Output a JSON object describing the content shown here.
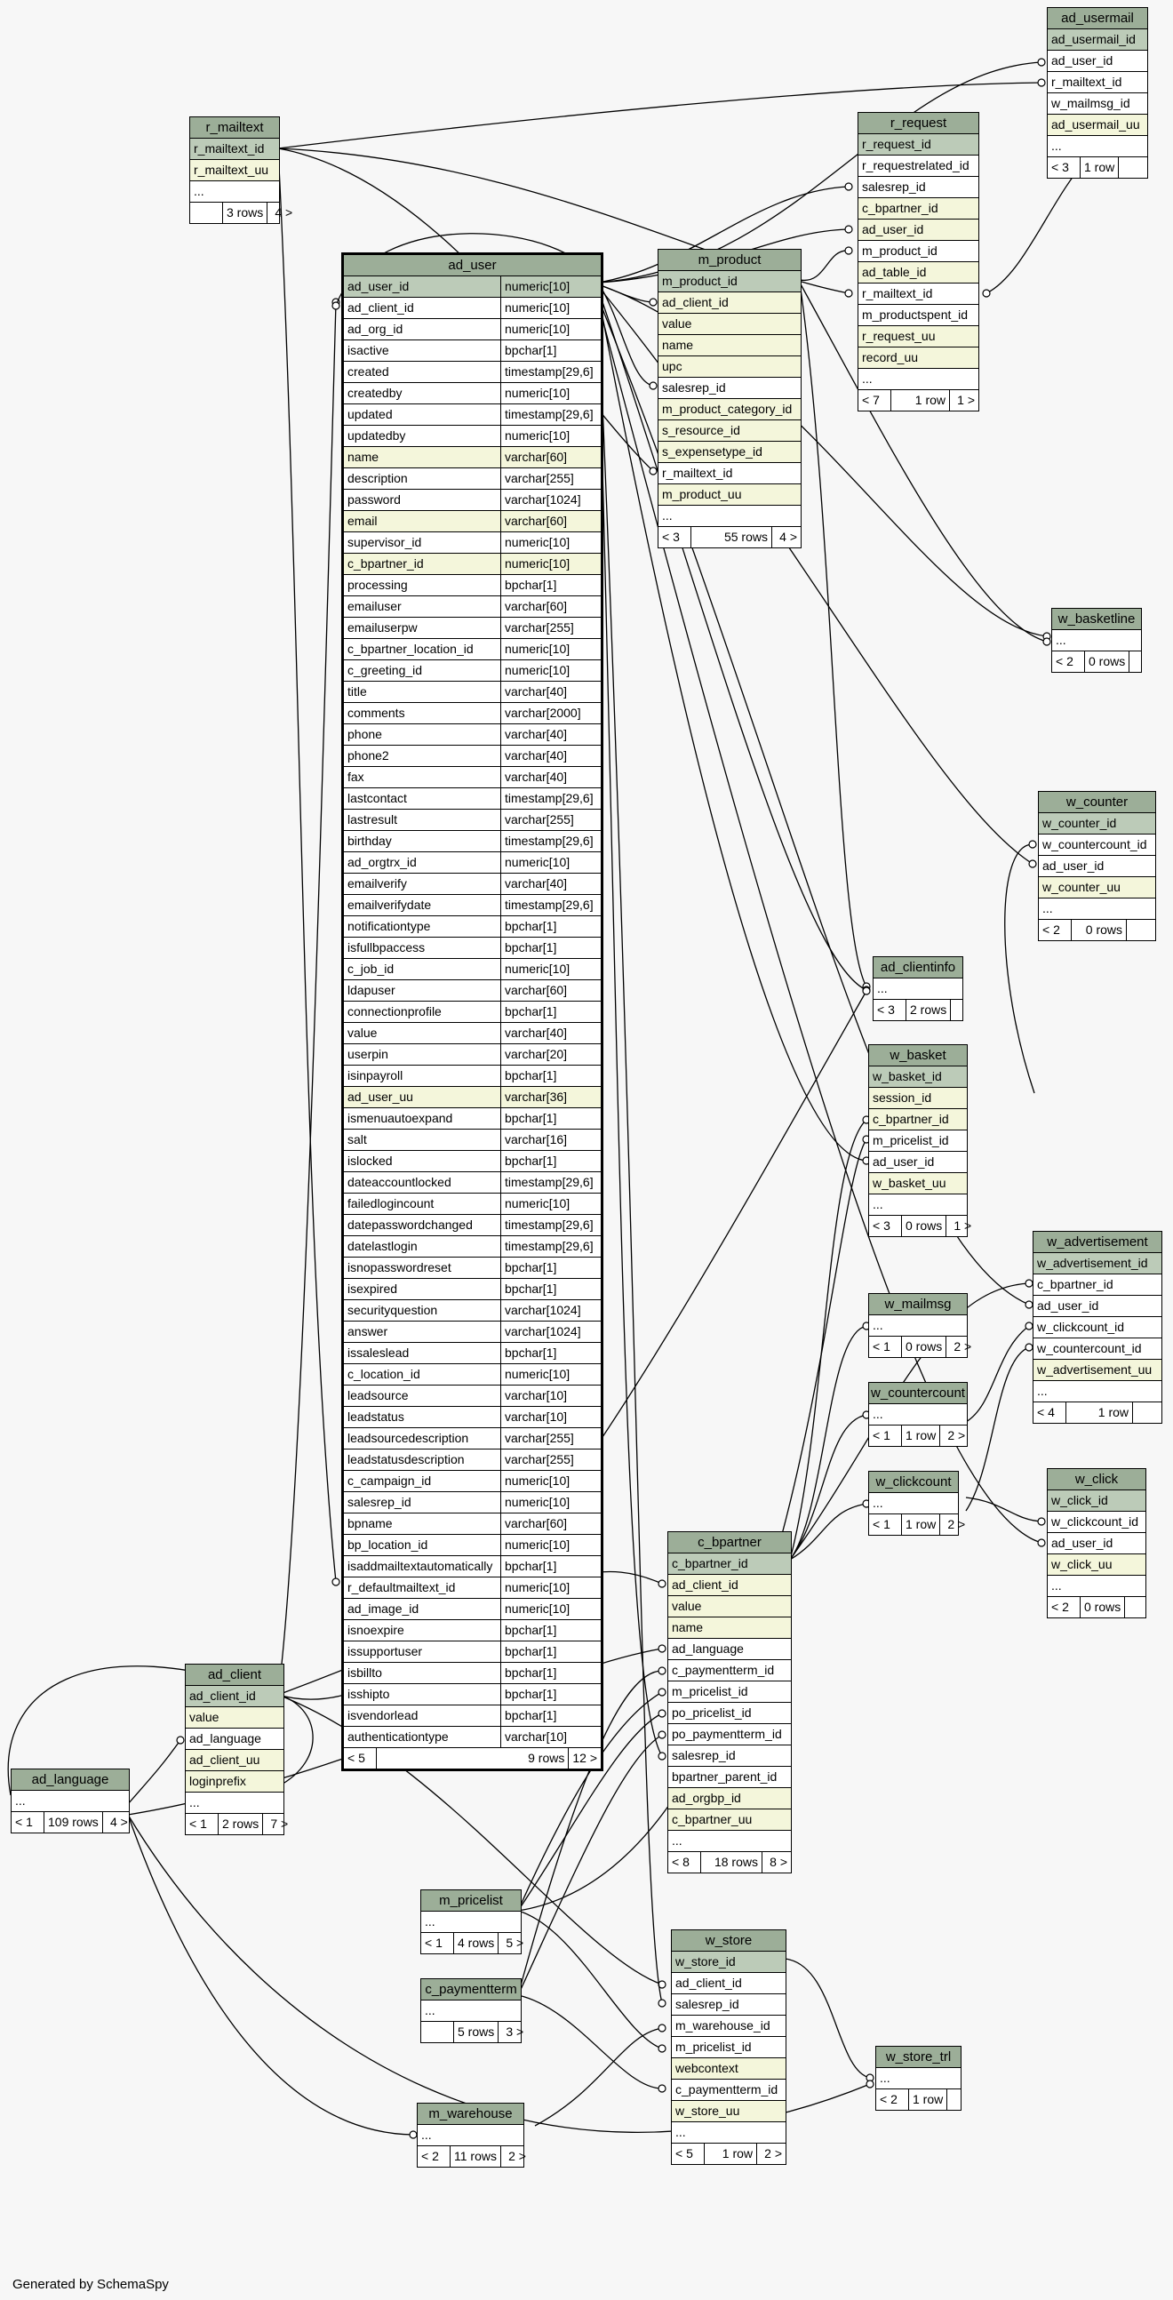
{
  "footer": "Generated by SchemaSpy",
  "tables": [
    {
      "id": "ad_usermail",
      "name": "ad_usermail",
      "columns": [
        {
          "n": "ad_usermail_id",
          "k": "pk"
        },
        {
          "n": "ad_user_id"
        },
        {
          "n": "r_mailtext_id"
        },
        {
          "n": "w_mailmsg_id"
        },
        {
          "n": "ad_usermail_uu",
          "k": "uk"
        },
        {
          "n": "..."
        }
      ],
      "footer": [
        "< 3",
        "1 row",
        ""
      ]
    },
    {
      "id": "r_mailtext",
      "name": "r_mailtext",
      "columns": [
        {
          "n": "r_mailtext_id",
          "k": "pk"
        },
        {
          "n": "r_mailtext_uu",
          "k": "uk"
        },
        {
          "n": "..."
        }
      ],
      "footer": [
        "",
        "3 rows",
        "4 >"
      ]
    },
    {
      "id": "r_request",
      "name": "r_request",
      "columns": [
        {
          "n": "r_request_id",
          "k": "pk"
        },
        {
          "n": "r_requestrelated_id"
        },
        {
          "n": "salesrep_id"
        },
        {
          "n": "c_bpartner_id",
          "k": "uk"
        },
        {
          "n": "ad_user_id",
          "k": "uk"
        },
        {
          "n": "m_product_id"
        },
        {
          "n": "ad_table_id",
          "k": "uk"
        },
        {
          "n": "r_mailtext_id"
        },
        {
          "n": "m_productspent_id"
        },
        {
          "n": "r_request_uu",
          "k": "uk"
        },
        {
          "n": "record_uu",
          "k": "uk"
        },
        {
          "n": "..."
        }
      ],
      "footer": [
        "< 7",
        "1 row",
        "1 >"
      ]
    },
    {
      "id": "m_product",
      "name": "m_product",
      "columns": [
        {
          "n": "m_product_id",
          "k": "pk"
        },
        {
          "n": "ad_client_id",
          "k": "uk"
        },
        {
          "n": "value",
          "k": "uk"
        },
        {
          "n": "name",
          "k": "uk"
        },
        {
          "n": "upc",
          "k": "uk"
        },
        {
          "n": "salesrep_id"
        },
        {
          "n": "m_product_category_id",
          "k": "uk"
        },
        {
          "n": "s_resource_id",
          "k": "uk"
        },
        {
          "n": "s_expensetype_id",
          "k": "uk"
        },
        {
          "n": "r_mailtext_id"
        },
        {
          "n": "m_product_uu",
          "k": "uk"
        },
        {
          "n": "..."
        }
      ],
      "footer": [
        "< 3",
        "55 rows",
        "4 >"
      ]
    },
    {
      "id": "ad_user",
      "name": "ad_user",
      "main": true,
      "columns": [
        {
          "n": "ad_user_id",
          "t": "numeric[10]",
          "k": "pk"
        },
        {
          "n": "ad_client_id",
          "t": "numeric[10]"
        },
        {
          "n": "ad_org_id",
          "t": "numeric[10]"
        },
        {
          "n": "isactive",
          "t": "bpchar[1]"
        },
        {
          "n": "created",
          "t": "timestamp[29,6]"
        },
        {
          "n": "createdby",
          "t": "numeric[10]"
        },
        {
          "n": "updated",
          "t": "timestamp[29,6]"
        },
        {
          "n": "updatedby",
          "t": "numeric[10]"
        },
        {
          "n": "name",
          "t": "varchar[60]",
          "k": "uk"
        },
        {
          "n": "description",
          "t": "varchar[255]"
        },
        {
          "n": "password",
          "t": "varchar[1024]"
        },
        {
          "n": "email",
          "t": "varchar[60]",
          "k": "uk"
        },
        {
          "n": "supervisor_id",
          "t": "numeric[10]"
        },
        {
          "n": "c_bpartner_id",
          "t": "numeric[10]",
          "k": "uk"
        },
        {
          "n": "processing",
          "t": "bpchar[1]"
        },
        {
          "n": "emailuser",
          "t": "varchar[60]"
        },
        {
          "n": "emailuserpw",
          "t": "varchar[255]"
        },
        {
          "n": "c_bpartner_location_id",
          "t": "numeric[10]"
        },
        {
          "n": "c_greeting_id",
          "t": "numeric[10]"
        },
        {
          "n": "title",
          "t": "varchar[40]"
        },
        {
          "n": "comments",
          "t": "varchar[2000]"
        },
        {
          "n": "phone",
          "t": "varchar[40]"
        },
        {
          "n": "phone2",
          "t": "varchar[40]"
        },
        {
          "n": "fax",
          "t": "varchar[40]"
        },
        {
          "n": "lastcontact",
          "t": "timestamp[29,6]"
        },
        {
          "n": "lastresult",
          "t": "varchar[255]"
        },
        {
          "n": "birthday",
          "t": "timestamp[29,6]"
        },
        {
          "n": "ad_orgtrx_id",
          "t": "numeric[10]"
        },
        {
          "n": "emailverify",
          "t": "varchar[40]"
        },
        {
          "n": "emailverifydate",
          "t": "timestamp[29,6]"
        },
        {
          "n": "notificationtype",
          "t": "bpchar[1]"
        },
        {
          "n": "isfullbpaccess",
          "t": "bpchar[1]"
        },
        {
          "n": "c_job_id",
          "t": "numeric[10]"
        },
        {
          "n": "ldapuser",
          "t": "varchar[60]"
        },
        {
          "n": "connectionprofile",
          "t": "bpchar[1]"
        },
        {
          "n": "value",
          "t": "varchar[40]"
        },
        {
          "n": "userpin",
          "t": "varchar[20]"
        },
        {
          "n": "isinpayroll",
          "t": "bpchar[1]"
        },
        {
          "n": "ad_user_uu",
          "t": "varchar[36]",
          "k": "uk"
        },
        {
          "n": "ismenuautoexpand",
          "t": "bpchar[1]"
        },
        {
          "n": "salt",
          "t": "varchar[16]"
        },
        {
          "n": "islocked",
          "t": "bpchar[1]"
        },
        {
          "n": "dateaccountlocked",
          "t": "timestamp[29,6]"
        },
        {
          "n": "failedlogincount",
          "t": "numeric[10]"
        },
        {
          "n": "datepasswordchanged",
          "t": "timestamp[29,6]"
        },
        {
          "n": "datelastlogin",
          "t": "timestamp[29,6]"
        },
        {
          "n": "isnopasswordreset",
          "t": "bpchar[1]"
        },
        {
          "n": "isexpired",
          "t": "bpchar[1]"
        },
        {
          "n": "securityquestion",
          "t": "varchar[1024]"
        },
        {
          "n": "answer",
          "t": "varchar[1024]"
        },
        {
          "n": "issaleslead",
          "t": "bpchar[1]"
        },
        {
          "n": "c_location_id",
          "t": "numeric[10]"
        },
        {
          "n": "leadsource",
          "t": "varchar[10]"
        },
        {
          "n": "leadstatus",
          "t": "varchar[10]"
        },
        {
          "n": "leadsourcedescription",
          "t": "varchar[255]"
        },
        {
          "n": "leadstatusdescription",
          "t": "varchar[255]"
        },
        {
          "n": "c_campaign_id",
          "t": "numeric[10]"
        },
        {
          "n": "salesrep_id",
          "t": "numeric[10]"
        },
        {
          "n": "bpname",
          "t": "varchar[60]"
        },
        {
          "n": "bp_location_id",
          "t": "numeric[10]"
        },
        {
          "n": "isaddmailtextautomatically",
          "t": "bpchar[1]"
        },
        {
          "n": "r_defaultmailtext_id",
          "t": "numeric[10]"
        },
        {
          "n": "ad_image_id",
          "t": "numeric[10]"
        },
        {
          "n": "isnoexpire",
          "t": "bpchar[1]"
        },
        {
          "n": "issupportuser",
          "t": "bpchar[1]"
        },
        {
          "n": "isbillto",
          "t": "bpchar[1]"
        },
        {
          "n": "isshipto",
          "t": "bpchar[1]"
        },
        {
          "n": "isvendorlead",
          "t": "bpchar[1]"
        },
        {
          "n": "authenticationtype",
          "t": "varchar[10]"
        }
      ],
      "footer": [
        "< 5",
        "9 rows",
        "12 >"
      ]
    },
    {
      "id": "w_basketline",
      "name": "w_basketline",
      "columns": [
        {
          "n": "..."
        }
      ],
      "footer": [
        "< 2",
        "0 rows",
        ""
      ]
    },
    {
      "id": "w_counter",
      "name": "w_counter",
      "columns": [
        {
          "n": "w_counter_id",
          "k": "pk"
        },
        {
          "n": "w_countercount_id"
        },
        {
          "n": "ad_user_id"
        },
        {
          "n": "w_counter_uu",
          "k": "uk"
        },
        {
          "n": "..."
        }
      ],
      "footer": [
        "< 2",
        "0 rows",
        ""
      ]
    },
    {
      "id": "ad_clientinfo",
      "name": "ad_clientinfo",
      "columns": [
        {
          "n": "..."
        }
      ],
      "footer": [
        "< 3",
        "2 rows",
        ""
      ]
    },
    {
      "id": "w_basket",
      "name": "w_basket",
      "columns": [
        {
          "n": "w_basket_id",
          "k": "pk"
        },
        {
          "n": "session_id",
          "k": "uk"
        },
        {
          "n": "c_bpartner_id",
          "k": "uk"
        },
        {
          "n": "m_pricelist_id"
        },
        {
          "n": "ad_user_id"
        },
        {
          "n": "w_basket_uu",
          "k": "uk"
        },
        {
          "n": "..."
        }
      ],
      "footer": [
        "< 3",
        "0 rows",
        "1 >"
      ]
    },
    {
      "id": "w_advertisement",
      "name": "w_advertisement",
      "columns": [
        {
          "n": "w_advertisement_id",
          "k": "pk"
        },
        {
          "n": "c_bpartner_id"
        },
        {
          "n": "ad_user_id"
        },
        {
          "n": "w_clickcount_id"
        },
        {
          "n": "w_countercount_id"
        },
        {
          "n": "w_advertisement_uu",
          "k": "uk"
        },
        {
          "n": "..."
        }
      ],
      "footer": [
        "< 4",
        "1 row",
        ""
      ]
    },
    {
      "id": "w_mailmsg",
      "name": "w_mailmsg",
      "columns": [
        {
          "n": "..."
        }
      ],
      "footer": [
        "< 1",
        "0 rows",
        "2 >"
      ]
    },
    {
      "id": "w_countercount",
      "name": "w_countercount",
      "columns": [
        {
          "n": "..."
        }
      ],
      "footer": [
        "< 1",
        "1 row",
        "2 >"
      ]
    },
    {
      "id": "w_clickcount",
      "name": "w_clickcount",
      "columns": [
        {
          "n": "..."
        }
      ],
      "footer": [
        "< 1",
        "1 row",
        "2 >"
      ]
    },
    {
      "id": "w_click",
      "name": "w_click",
      "columns": [
        {
          "n": "w_click_id",
          "k": "pk"
        },
        {
          "n": "w_clickcount_id"
        },
        {
          "n": "ad_user_id"
        },
        {
          "n": "w_click_uu",
          "k": "uk"
        },
        {
          "n": "..."
        }
      ],
      "footer": [
        "< 2",
        "0 rows",
        ""
      ]
    },
    {
      "id": "c_bpartner",
      "name": "c_bpartner",
      "columns": [
        {
          "n": "c_bpartner_id",
          "k": "pk"
        },
        {
          "n": "ad_client_id",
          "k": "uk"
        },
        {
          "n": "value",
          "k": "uk"
        },
        {
          "n": "name",
          "k": "uk"
        },
        {
          "n": "ad_language"
        },
        {
          "n": "c_paymentterm_id"
        },
        {
          "n": "m_pricelist_id"
        },
        {
          "n": "po_pricelist_id"
        },
        {
          "n": "po_paymentterm_id"
        },
        {
          "n": "salesrep_id"
        },
        {
          "n": "bpartner_parent_id"
        },
        {
          "n": "ad_orgbp_id",
          "k": "uk"
        },
        {
          "n": "c_bpartner_uu",
          "k": "uk"
        },
        {
          "n": "..."
        }
      ],
      "footer": [
        "< 8",
        "18 rows",
        "8 >"
      ]
    },
    {
      "id": "ad_client",
      "name": "ad_client",
      "columns": [
        {
          "n": "ad_client_id",
          "k": "pk"
        },
        {
          "n": "value",
          "k": "uk"
        },
        {
          "n": "ad_language"
        },
        {
          "n": "ad_client_uu",
          "k": "uk"
        },
        {
          "n": "loginprefix",
          "k": "uk"
        },
        {
          "n": "..."
        }
      ],
      "footer": [
        "< 1",
        "2 rows",
        "7 >"
      ]
    },
    {
      "id": "ad_language",
      "name": "ad_language",
      "columns": [
        {
          "n": "..."
        }
      ],
      "footer": [
        "< 1",
        "109 rows",
        "4 >"
      ]
    },
    {
      "id": "m_pricelist",
      "name": "m_pricelist",
      "columns": [
        {
          "n": "..."
        }
      ],
      "footer": [
        "< 1",
        "4 rows",
        "5 >"
      ]
    },
    {
      "id": "c_paymentterm",
      "name": "c_paymentterm",
      "columns": [
        {
          "n": "..."
        }
      ],
      "footer": [
        "",
        "5 rows",
        "3 >"
      ]
    },
    {
      "id": "m_warehouse",
      "name": "m_warehouse",
      "columns": [
        {
          "n": "..."
        }
      ],
      "footer": [
        "< 2",
        "11 rows",
        "2 >"
      ]
    },
    {
      "id": "w_store",
      "name": "w_store",
      "columns": [
        {
          "n": "w_store_id",
          "k": "pk"
        },
        {
          "n": "ad_client_id"
        },
        {
          "n": "salesrep_id"
        },
        {
          "n": "m_warehouse_id"
        },
        {
          "n": "m_pricelist_id"
        },
        {
          "n": "webcontext",
          "k": "uk"
        },
        {
          "n": "c_paymentterm_id"
        },
        {
          "n": "w_store_uu",
          "k": "uk"
        },
        {
          "n": "..."
        }
      ],
      "footer": [
        "< 5",
        "1 row",
        "2 >"
      ]
    },
    {
      "id": "w_store_trl",
      "name": "w_store_trl",
      "columns": [
        {
          "n": "..."
        }
      ],
      "footer": [
        "< 2",
        "1 row",
        ""
      ]
    }
  ]
}
